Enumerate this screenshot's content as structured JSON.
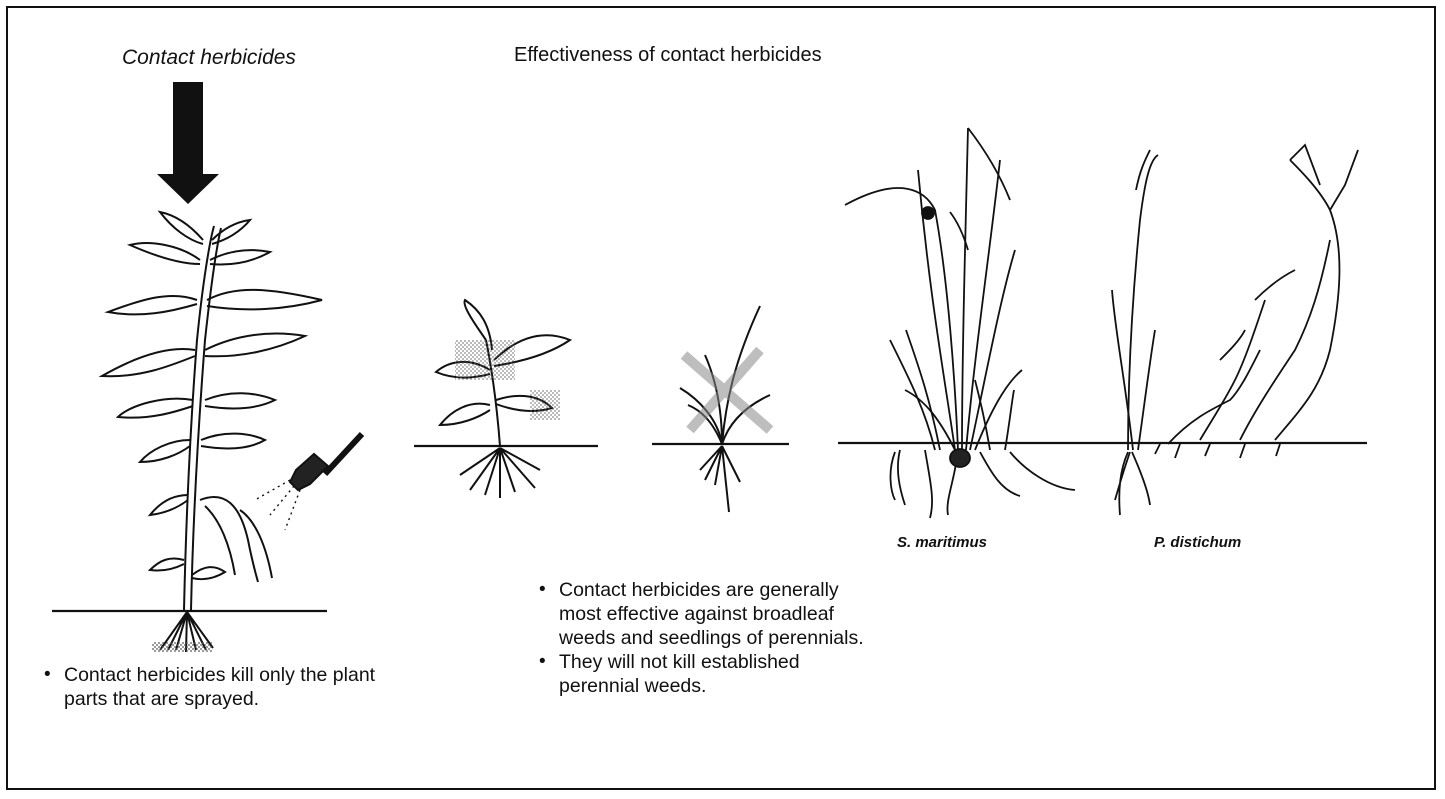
{
  "left_panel": {
    "title": "Contact herbicides",
    "bullets": [
      "Contact herbicides kill only the plant parts that are sprayed."
    ]
  },
  "middle_panel": {
    "title": "Effectiveness of contact herbicides",
    "bullets": [
      "Contact herbicides are generally most effective against broadleaf weeds and seedlings of perennials.",
      "They will not kill established perennial weeds."
    ]
  },
  "right_panel": {
    "captions": [
      "S. maritimus",
      "P. distichum"
    ]
  }
}
